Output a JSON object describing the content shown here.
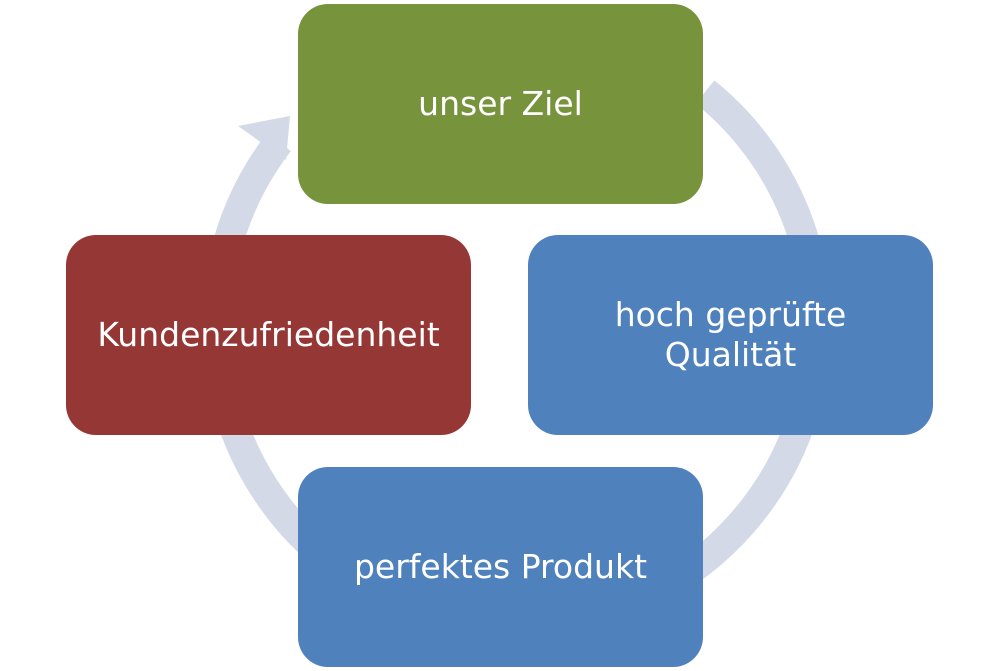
{
  "diagram": {
    "arrow_color": "#d3d9e7",
    "nodes": [
      {
        "id": "ziel",
        "label": "unser Ziel",
        "color": "#77933c"
      },
      {
        "id": "qualitaet",
        "label": "hoch geprüfte Qualität",
        "color": "#4f81bd"
      },
      {
        "id": "produkt",
        "label": "perfektes Produkt",
        "color": "#4f81bd"
      },
      {
        "id": "kunden",
        "label": "Kundenzufriedenheit",
        "color": "#953735"
      }
    ]
  }
}
